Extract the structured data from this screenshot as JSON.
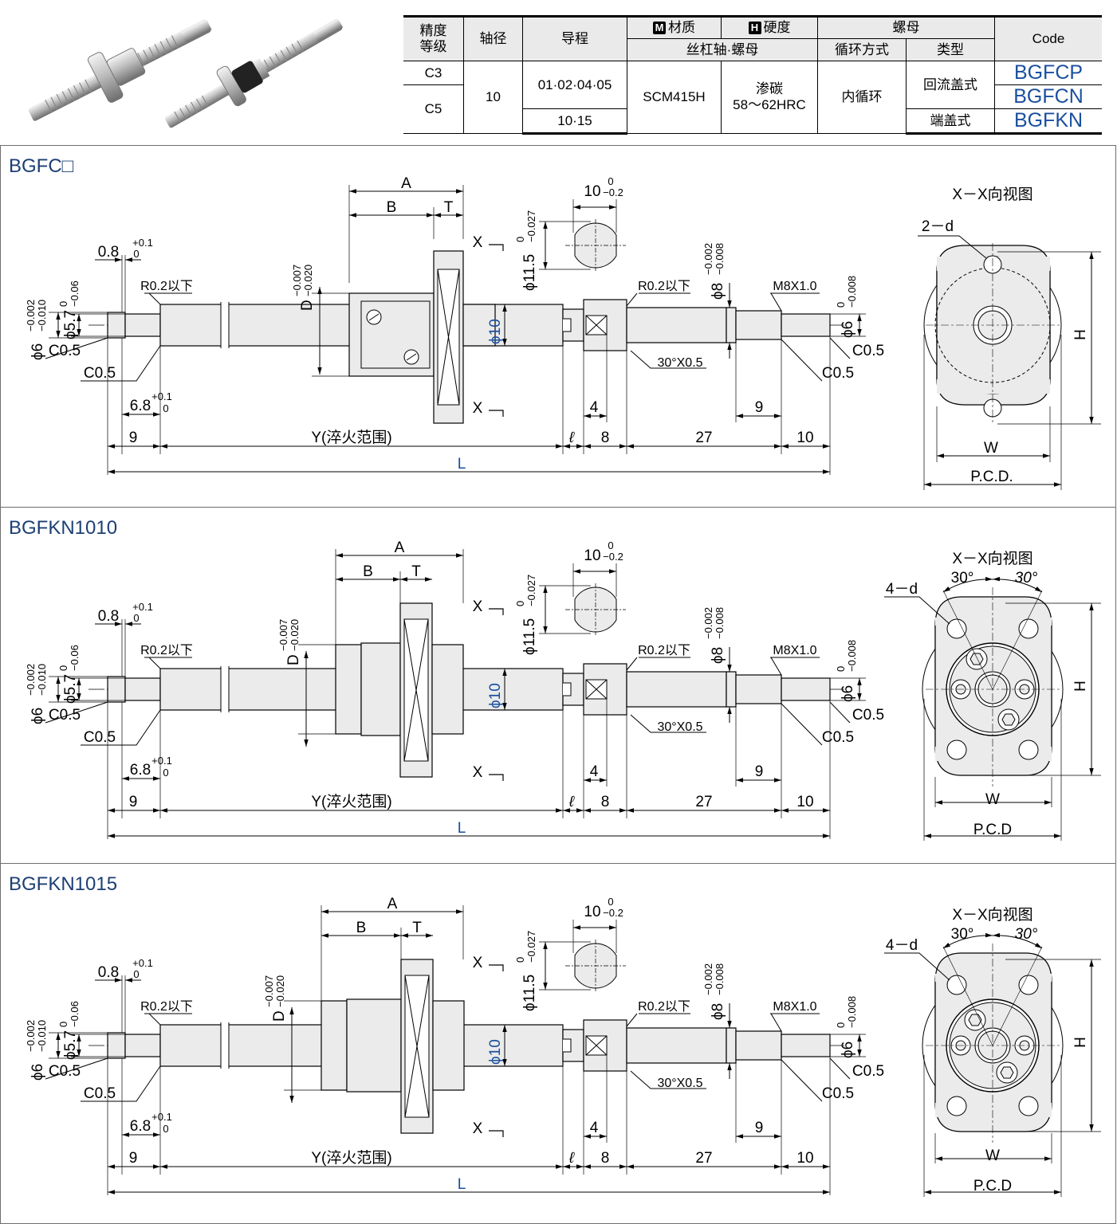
{
  "table": {
    "headers": {
      "grade": [
        "精度",
        "等级"
      ],
      "diameter": "轴径",
      "lead": "导程",
      "material": "材质",
      "material_badge": "M",
      "hardness": "硬度",
      "hardness_badge": "H",
      "nut": "螺母",
      "sub_material": "丝杠轴·螺母",
      "circulation": "循环方式",
      "type": "类型",
      "code": "Code"
    },
    "grades": [
      "C3",
      "C5"
    ],
    "diameter_value": "10",
    "leads": [
      "01·02·04·05",
      "10·15"
    ],
    "material_value": "SCM415H",
    "hardness_value": [
      "渗碳",
      "58～62HRC"
    ],
    "circulation_value": "内循环",
    "types": [
      "回流盖式",
      "端盖式"
    ],
    "codes": [
      "BGFCP",
      "BGFCN",
      "BGFKN"
    ]
  },
  "panels": [
    {
      "title": "BGFC□"
    },
    {
      "title": "BGFKN1010"
    },
    {
      "title": "BGFKN1015"
    }
  ],
  "labels": {
    "A": "A",
    "B": "B",
    "T": "T",
    "X": "X",
    "d10_tol": "10",
    "tol_0": "0",
    "tol_m02": "−0.2",
    "d11_5": "ϕ11.5",
    "tol_m0027": "−0.027",
    "D": "D",
    "tol_m0007": "−0.007",
    "tol_m0020": "−0.020",
    "p08": "0.8",
    "tol_p01": "+0.1",
    "p57": "ϕ5.7",
    "tol_m006": "−0.06",
    "p6": "ϕ6",
    "tol_m0002": "−0.002",
    "tol_m0010": "−0.010",
    "r02": "R0.2以下",
    "c05": "C0.5",
    "p10": "ϕ10",
    "p8": "ϕ8",
    "tol_m0008": "−0.008",
    "m8": "M8X1.0",
    "ch30": "30°X0.5",
    "d68": "6.8",
    "d4": "4",
    "d9": "9",
    "d8": "8",
    "d27": "27",
    "d10": "10",
    "Y": "Y(淬火范围)",
    "ell": "ℓ",
    "L": "L",
    "xview": "X－X向视图",
    "two_d": "2－d",
    "four_d": "4－d",
    "H": "H",
    "W": "W",
    "pcd1": "P.C.D.",
    "pcd": "P.C.D",
    "a30": "30°"
  },
  "colors": {
    "accent": "#1a4f9f",
    "title": "#1c3f74",
    "part_fill": "#ebebeb"
  },
  "photo": {
    "icons": [
      "ball-screw-photo-left",
      "ball-screw-photo-right"
    ]
  }
}
